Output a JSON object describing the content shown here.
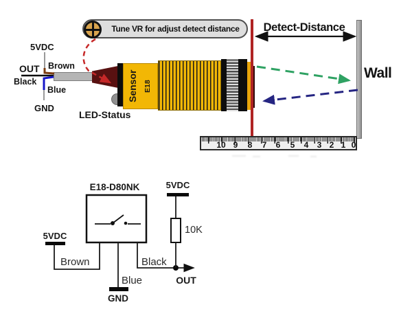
{
  "top": {
    "callout": "Tune VR for adjust detect distance",
    "labels": {
      "vcc": "5VDC",
      "out": "OUT",
      "black": "Black",
      "brown": "Brown",
      "blue": "Blue",
      "gnd": "GND",
      "led_status": "LED-Status",
      "detect_distance": "Detect-Distance",
      "wall": "Wall"
    },
    "sensor": {
      "side_text": "Sensor",
      "model": "E18"
    },
    "ruler": {
      "marks": [
        "10",
        "9",
        "8",
        "7",
        "6",
        "5",
        "4",
        "3",
        "2",
        "1",
        "0"
      ]
    },
    "icons": {
      "vr_trimmer": "crosshair-screw-icon"
    }
  },
  "schematic": {
    "title": "E18-D80NK",
    "labels": {
      "vcc_left": "5VDC",
      "vcc_right": "5VDC",
      "brown": "Brown",
      "black": "Black",
      "blue": "Blue",
      "gnd": "GND",
      "out": "OUT",
      "resistor": "10K"
    }
  },
  "colors": {
    "sensor_yellow": "#F2B705",
    "sensor_back_maroon": "#581111",
    "reference_line_red": "#B02424",
    "tune_arrow_red": "#C62828",
    "beam_out_green": "#2FA263",
    "beam_back_blue": "#252582",
    "wire_brown": "#7A3B10",
    "wire_blue": "#1616C8",
    "wall_gray": "#A8A8A8",
    "callout_gray": "#DEDEDE",
    "vr_gold": "#D9A44E"
  }
}
